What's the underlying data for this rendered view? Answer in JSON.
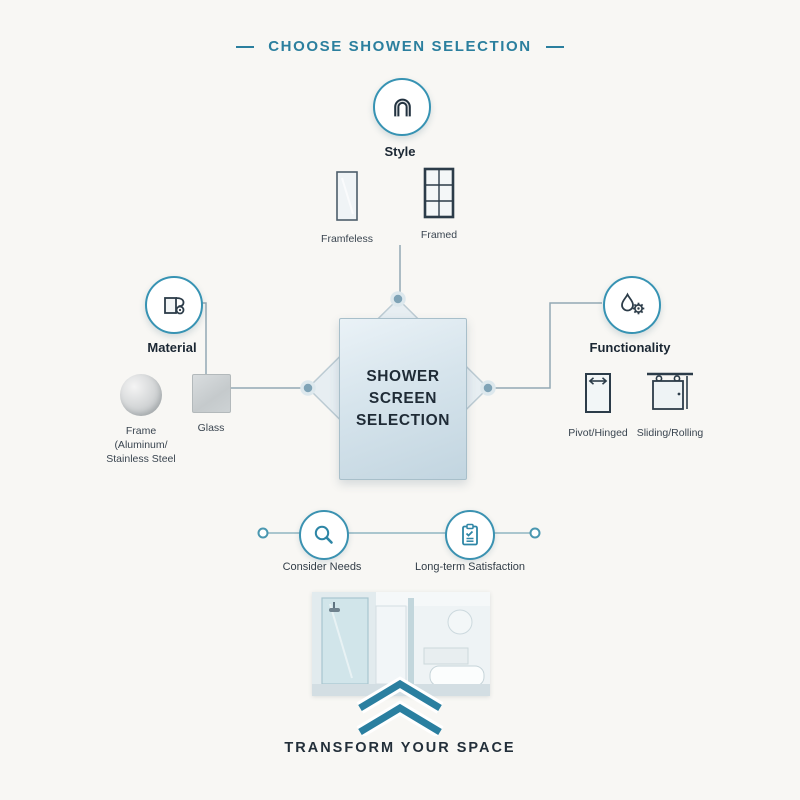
{
  "header": {
    "title": "CHOOSE SHOWEN SELECTION"
  },
  "center": {
    "title": "SHOWER SCREEN SELECTION"
  },
  "branches": {
    "style": {
      "label": "Style",
      "icon": "arch-handle-icon",
      "options": [
        {
          "label": "Framfeless",
          "icon": "frameless-panel-icon"
        },
        {
          "label": "Framed",
          "icon": "framed-panel-icon"
        }
      ]
    },
    "material": {
      "label": "Material",
      "icon": "material-roll-icon",
      "options": [
        {
          "label": "Frame (Aluminum/ Stainless Steel",
          "icon": "metal-sphere-icon"
        },
        {
          "label": "Glass",
          "icon": "glass-swatch-icon"
        }
      ]
    },
    "functionality": {
      "label": "Functionality",
      "icon": "droplet-gear-icon",
      "options": [
        {
          "label": "Pivot/Hinged",
          "icon": "pivot-door-icon"
        },
        {
          "label": "Sliding/Rolling",
          "icon": "sliding-door-icon"
        }
      ]
    }
  },
  "process": {
    "steps": [
      {
        "label": "Consider Needs",
        "icon": "magnifier-icon"
      },
      {
        "label": "Long-term Satisfaction",
        "icon": "checklist-icon"
      }
    ]
  },
  "footer": {
    "label": "TRANSFORM YOUR SPACE",
    "icon": "double-chevron-up-icon"
  },
  "illustration": {
    "name": "bathroom-scene"
  },
  "colors": {
    "accent": "#3793b3",
    "title_teal": "#2b7f9e",
    "dark_text": "#20303f",
    "connector_line": "#93a9b4",
    "glass_light": "#eaf2f7",
    "glass_dark": "#c2d5e0",
    "background": "#f8f7f4"
  }
}
